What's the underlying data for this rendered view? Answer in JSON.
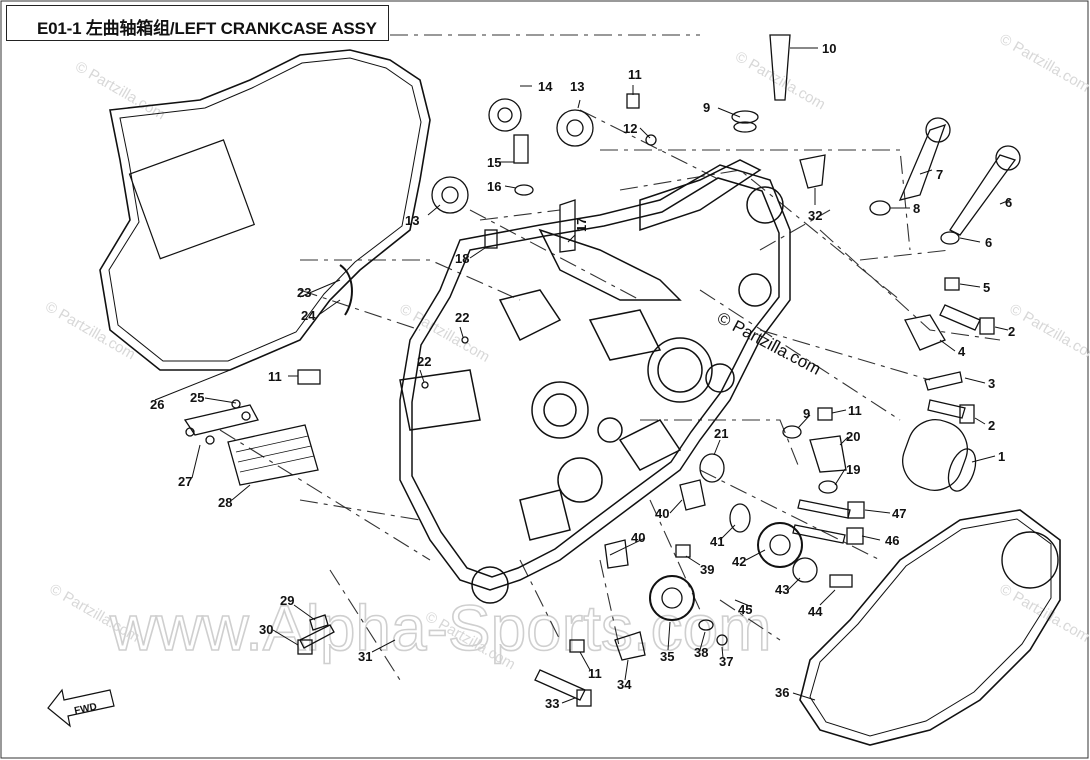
{
  "title": "E01-1 左曲轴箱组/LEFT CRANKCASE ASSY",
  "watermarks": {
    "partzilla_small": "© Partzilla.com",
    "partzilla_main": "© Partzilla.com",
    "alpha": "www.Alpha-Sports.com"
  },
  "fwd_label": "FWD",
  "callouts": [
    "10",
    "14",
    "13",
    "11",
    "9",
    "12",
    "15",
    "16",
    "7",
    "8",
    "6",
    "6",
    "13",
    "32",
    "17",
    "18",
    "5",
    "2",
    "4",
    "3",
    "2",
    "23",
    "24",
    "22",
    "22",
    "11",
    "26",
    "25",
    "9",
    "11",
    "20",
    "1",
    "19",
    "21",
    "27",
    "28",
    "47",
    "40",
    "40",
    "41",
    "42",
    "46",
    "39",
    "43",
    "44",
    "45",
    "29",
    "30",
    "31",
    "35",
    "38",
    "37",
    "11",
    "34",
    "33",
    "36"
  ]
}
